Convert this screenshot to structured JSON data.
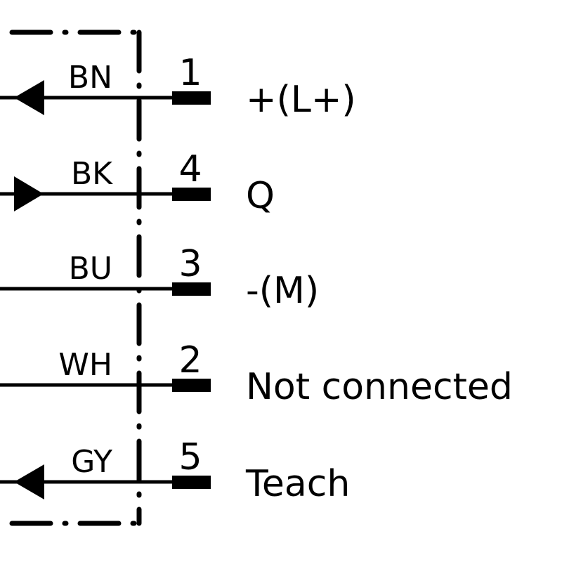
{
  "colors": {
    "line": "#000000",
    "background": "#ffffff"
  },
  "pins": [
    {
      "wire_color": "BN",
      "pin": "1",
      "signal": "+(L+)",
      "arrow": "left"
    },
    {
      "wire_color": "BK",
      "pin": "4",
      "signal": "Q",
      "arrow": "right"
    },
    {
      "wire_color": "BU",
      "pin": "3",
      "signal": "-(M)",
      "arrow": "none"
    },
    {
      "wire_color": "WH",
      "pin": "2",
      "signal": "Not connected",
      "arrow": "none"
    },
    {
      "wire_color": "GY",
      "pin": "5",
      "signal": "Teach",
      "arrow": "left"
    }
  ]
}
